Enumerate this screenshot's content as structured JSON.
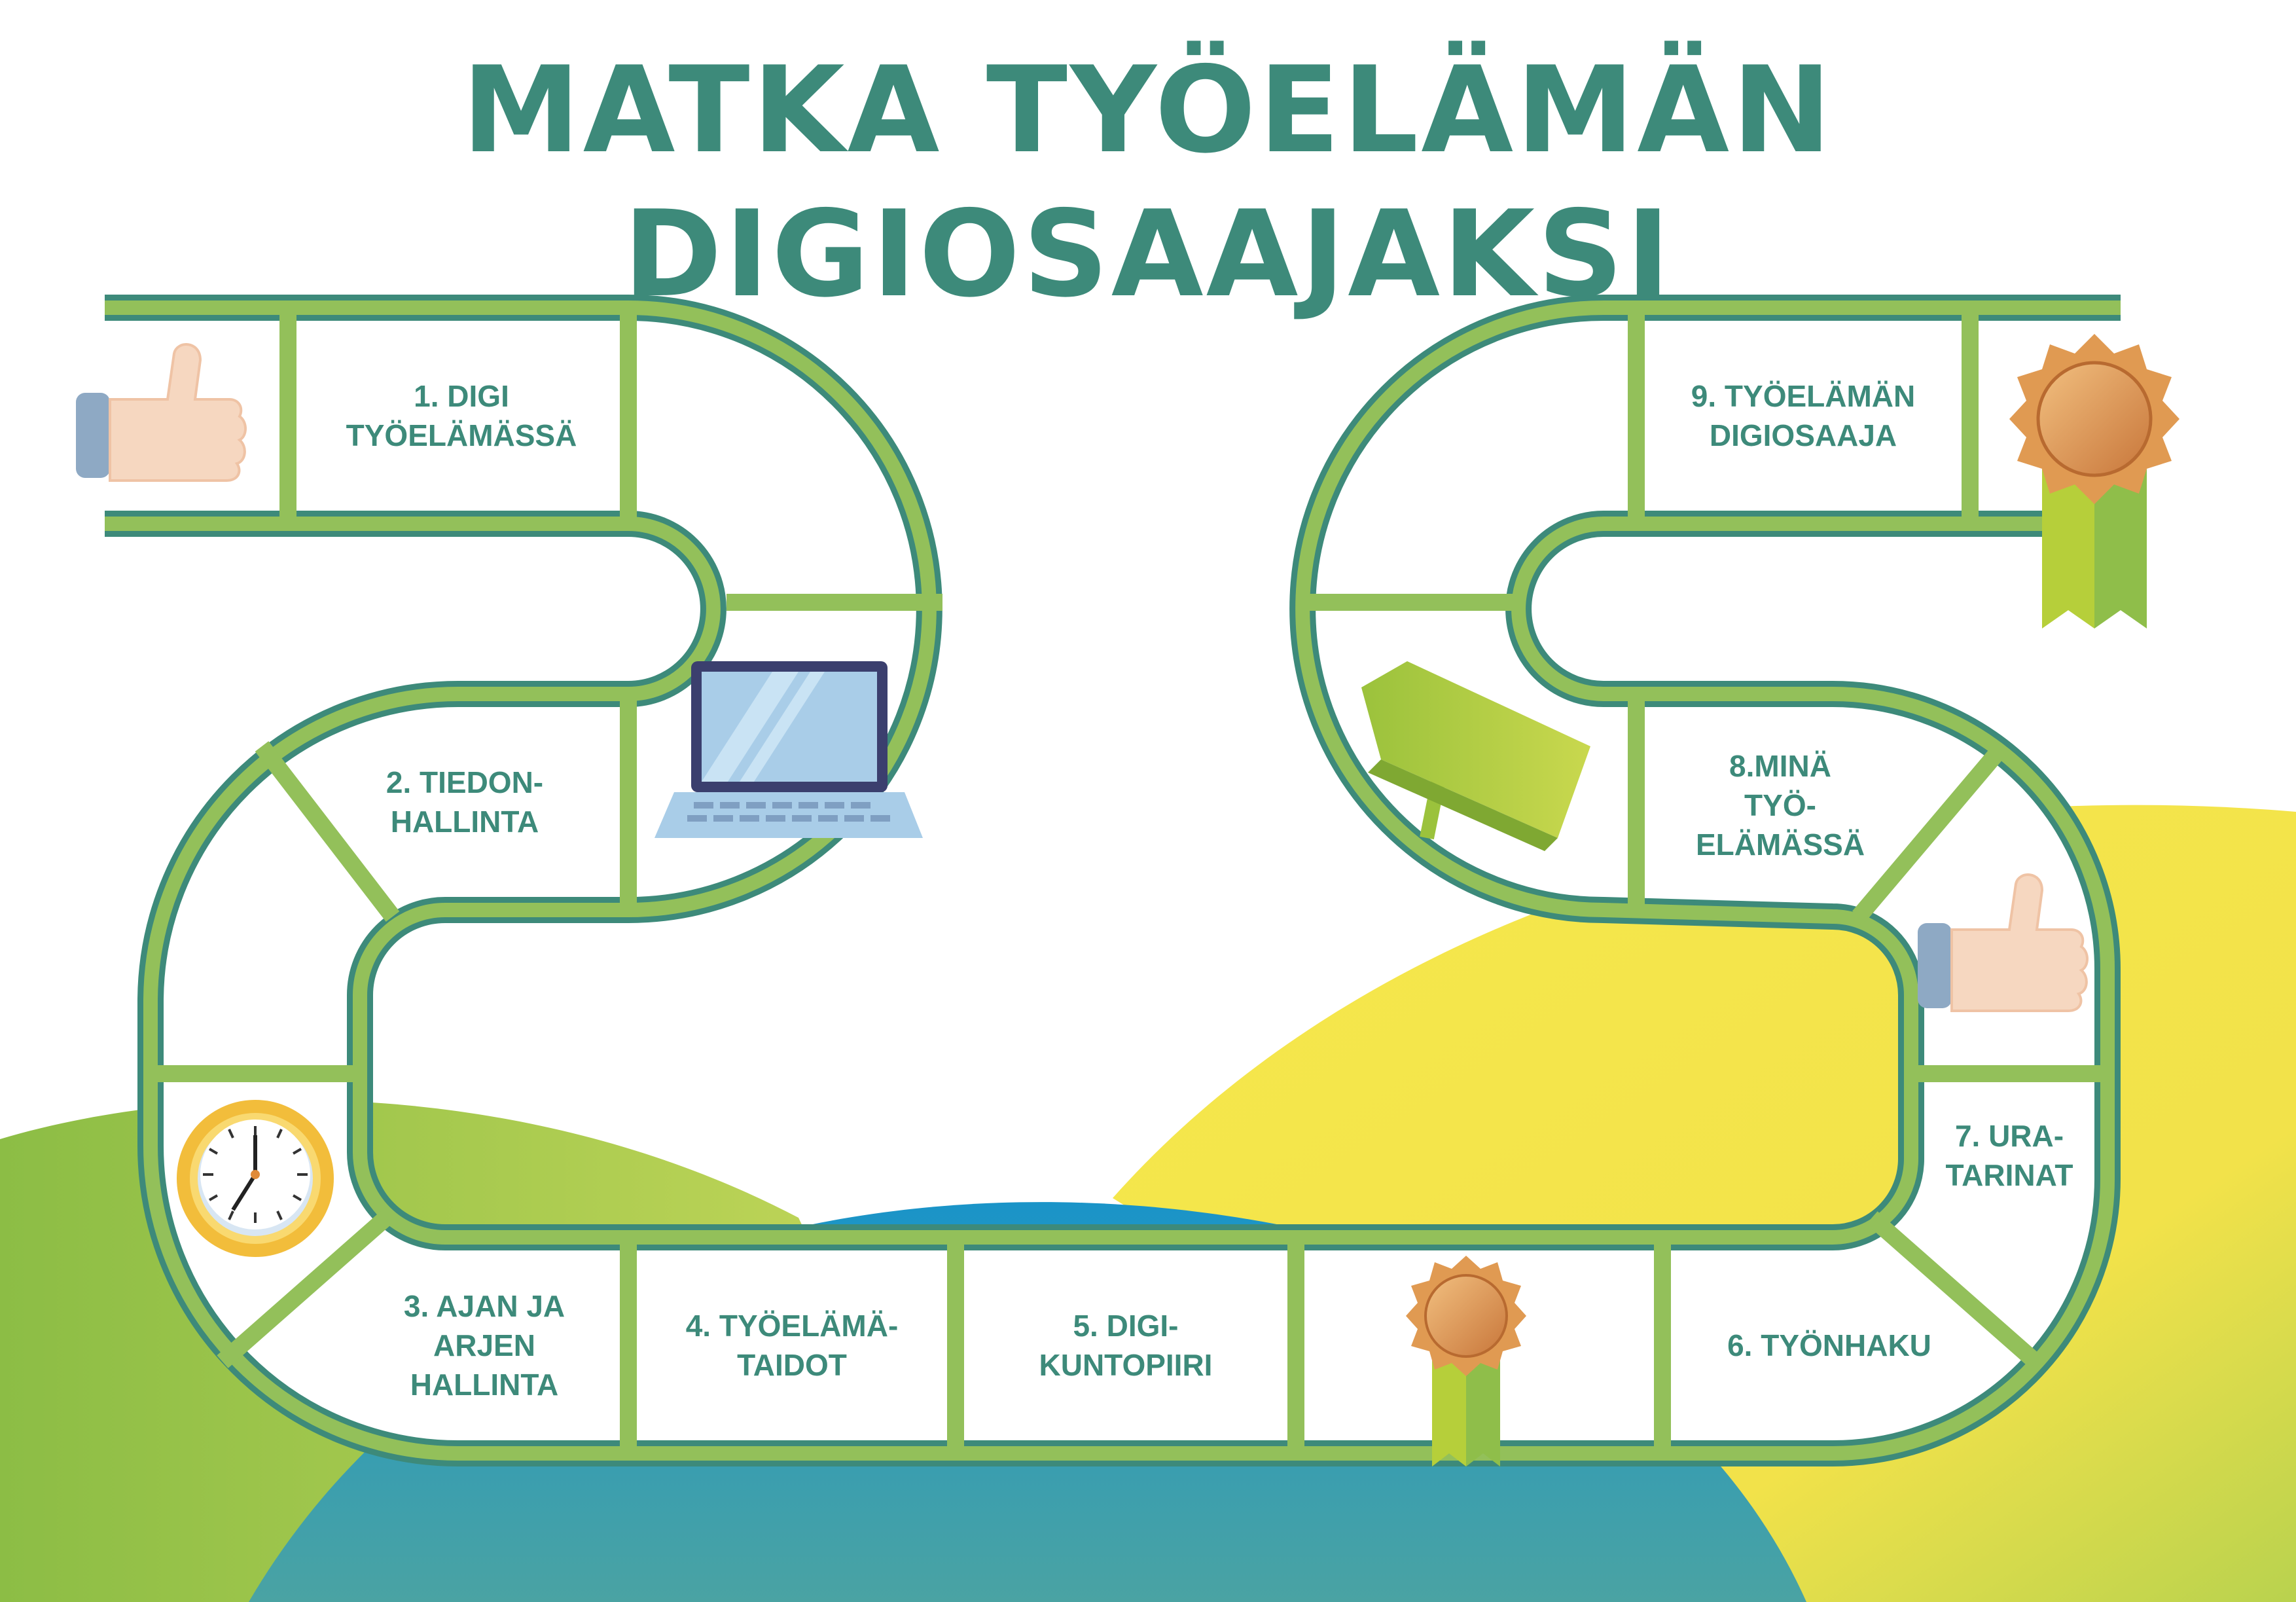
{
  "title": "MATKA TYÖELÄMÄN DIGIOSAAJAKSI",
  "steps": [
    {
      "label": "1. DIGI\nTYÖELÄMÄSSÄ"
    },
    {
      "label": "2. TIEDON-\nHALLINTA"
    },
    {
      "label": "3. AJAN JA\nARJEN\nHALLINTA"
    },
    {
      "label": "4. TYÖELÄMÄ-\nTAIDOT"
    },
    {
      "label": "5. DIGI-\nKUNTOPIIRI"
    },
    {
      "label": "6. TYÖNHAKU"
    },
    {
      "label": "7. URA-\nTARINAT"
    },
    {
      "label": "8.MINÄ\nTYÖ-\nELÄMÄSSÄ"
    },
    {
      "label": "9. TYÖELÄMÄN\nDIGIOSAAJA"
    }
  ],
  "icons": [
    "thumbs-up-icon",
    "laptop-icon",
    "clock-icon",
    "medal-icon",
    "signpost-icon"
  ],
  "colors": {
    "text": "#3d8a7a",
    "track_light": "#93c05a",
    "track_dark": "#3d8a7a",
    "hill_green": "#8fbe4a",
    "hill_yellow": "#f5e54a",
    "hill_blue": "#3fa0a8",
    "medal": "#d98f4e"
  }
}
